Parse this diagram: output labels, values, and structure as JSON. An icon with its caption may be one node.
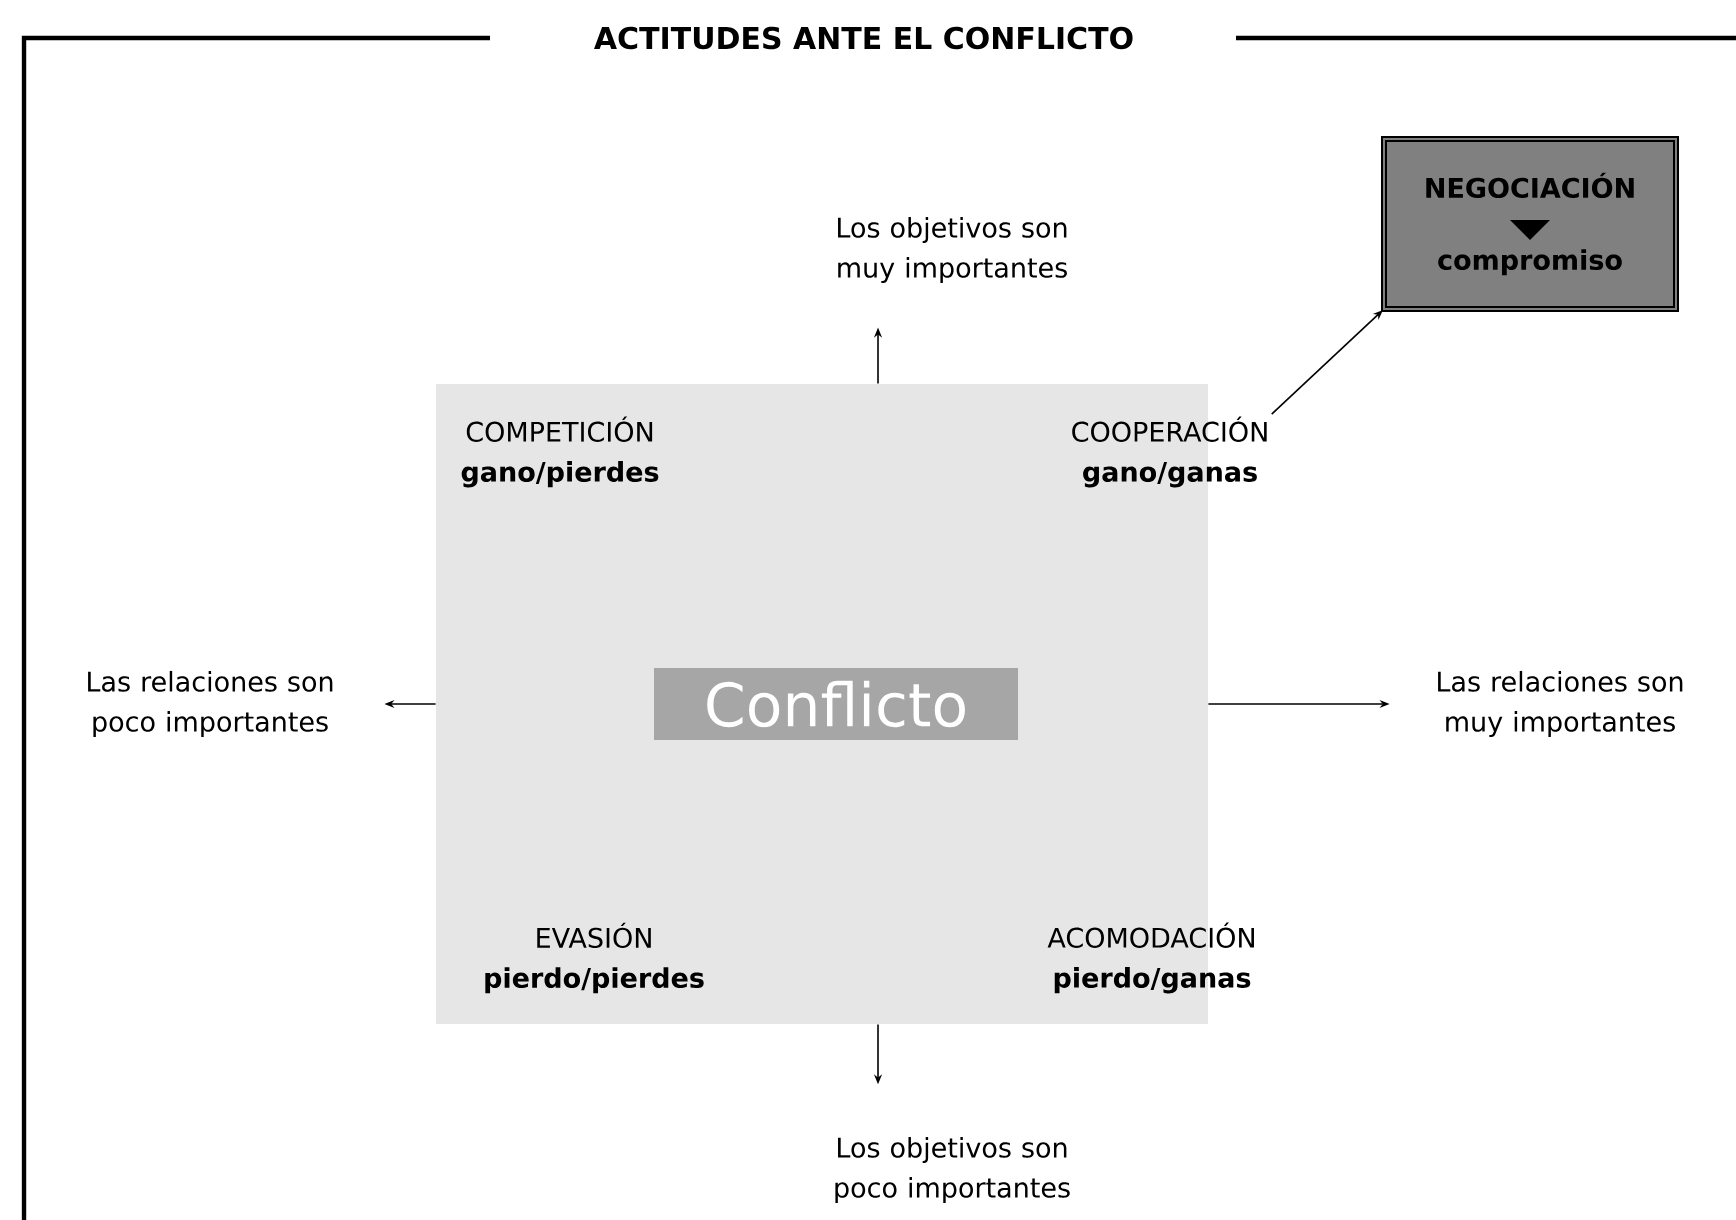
{
  "diagram": {
    "title": "ACTITUDES ANTE EL CONFLICTO",
    "nodes": [
      {
        "text": [],
        "shape": "box"
      },
      {
        "text": [
          "COMPETICIÓN",
          "gano/pierdes"
        ],
        "in": 0
      },
      {
        "text": [
          "COOPERACIÓN",
          "gano/ganas"
        ],
        "in": 0
      },
      {
        "text": [
          "EVASIÓN",
          "pierdo/pierdes"
        ],
        "in": 0
      },
      {
        "text": [
          "ACOMODACIÓN",
          "**pierdo/gana**s"
        ],
        "in": 0
      },
      {
        "text": [
          "Conflicto"
        ],
        "in": 0
      },
      {
        "text": [
          "Los objetivos son muy importantes"
        ]
      },
      {
        "text": [
          "Los objetivos son poco importantes"
        ]
      },
      {
        "text": [
          "Las relaciones son poco importantes"
        ]
      },
      {
        "text": [
          "Las relaciones son muy importantes"
        ]
      },
      {
        "text": [
          "NEGOCIACIÓN",
          "compromiso"
        ]
      }
    ],
    "edges": [
      {
        "from": 0,
        "to": 6,
        "arrow": "to"
      },
      {
        "from": 0,
        "to": 7,
        "arrow": "to"
      },
      {
        "from": 0,
        "to": 8,
        "arrow": "to"
      },
      {
        "from": 0,
        "to": 9,
        "arrow": "to"
      },
      {
        "from": 2,
        "to": 10,
        "arrow": "to"
      }
    ]
  }
}
